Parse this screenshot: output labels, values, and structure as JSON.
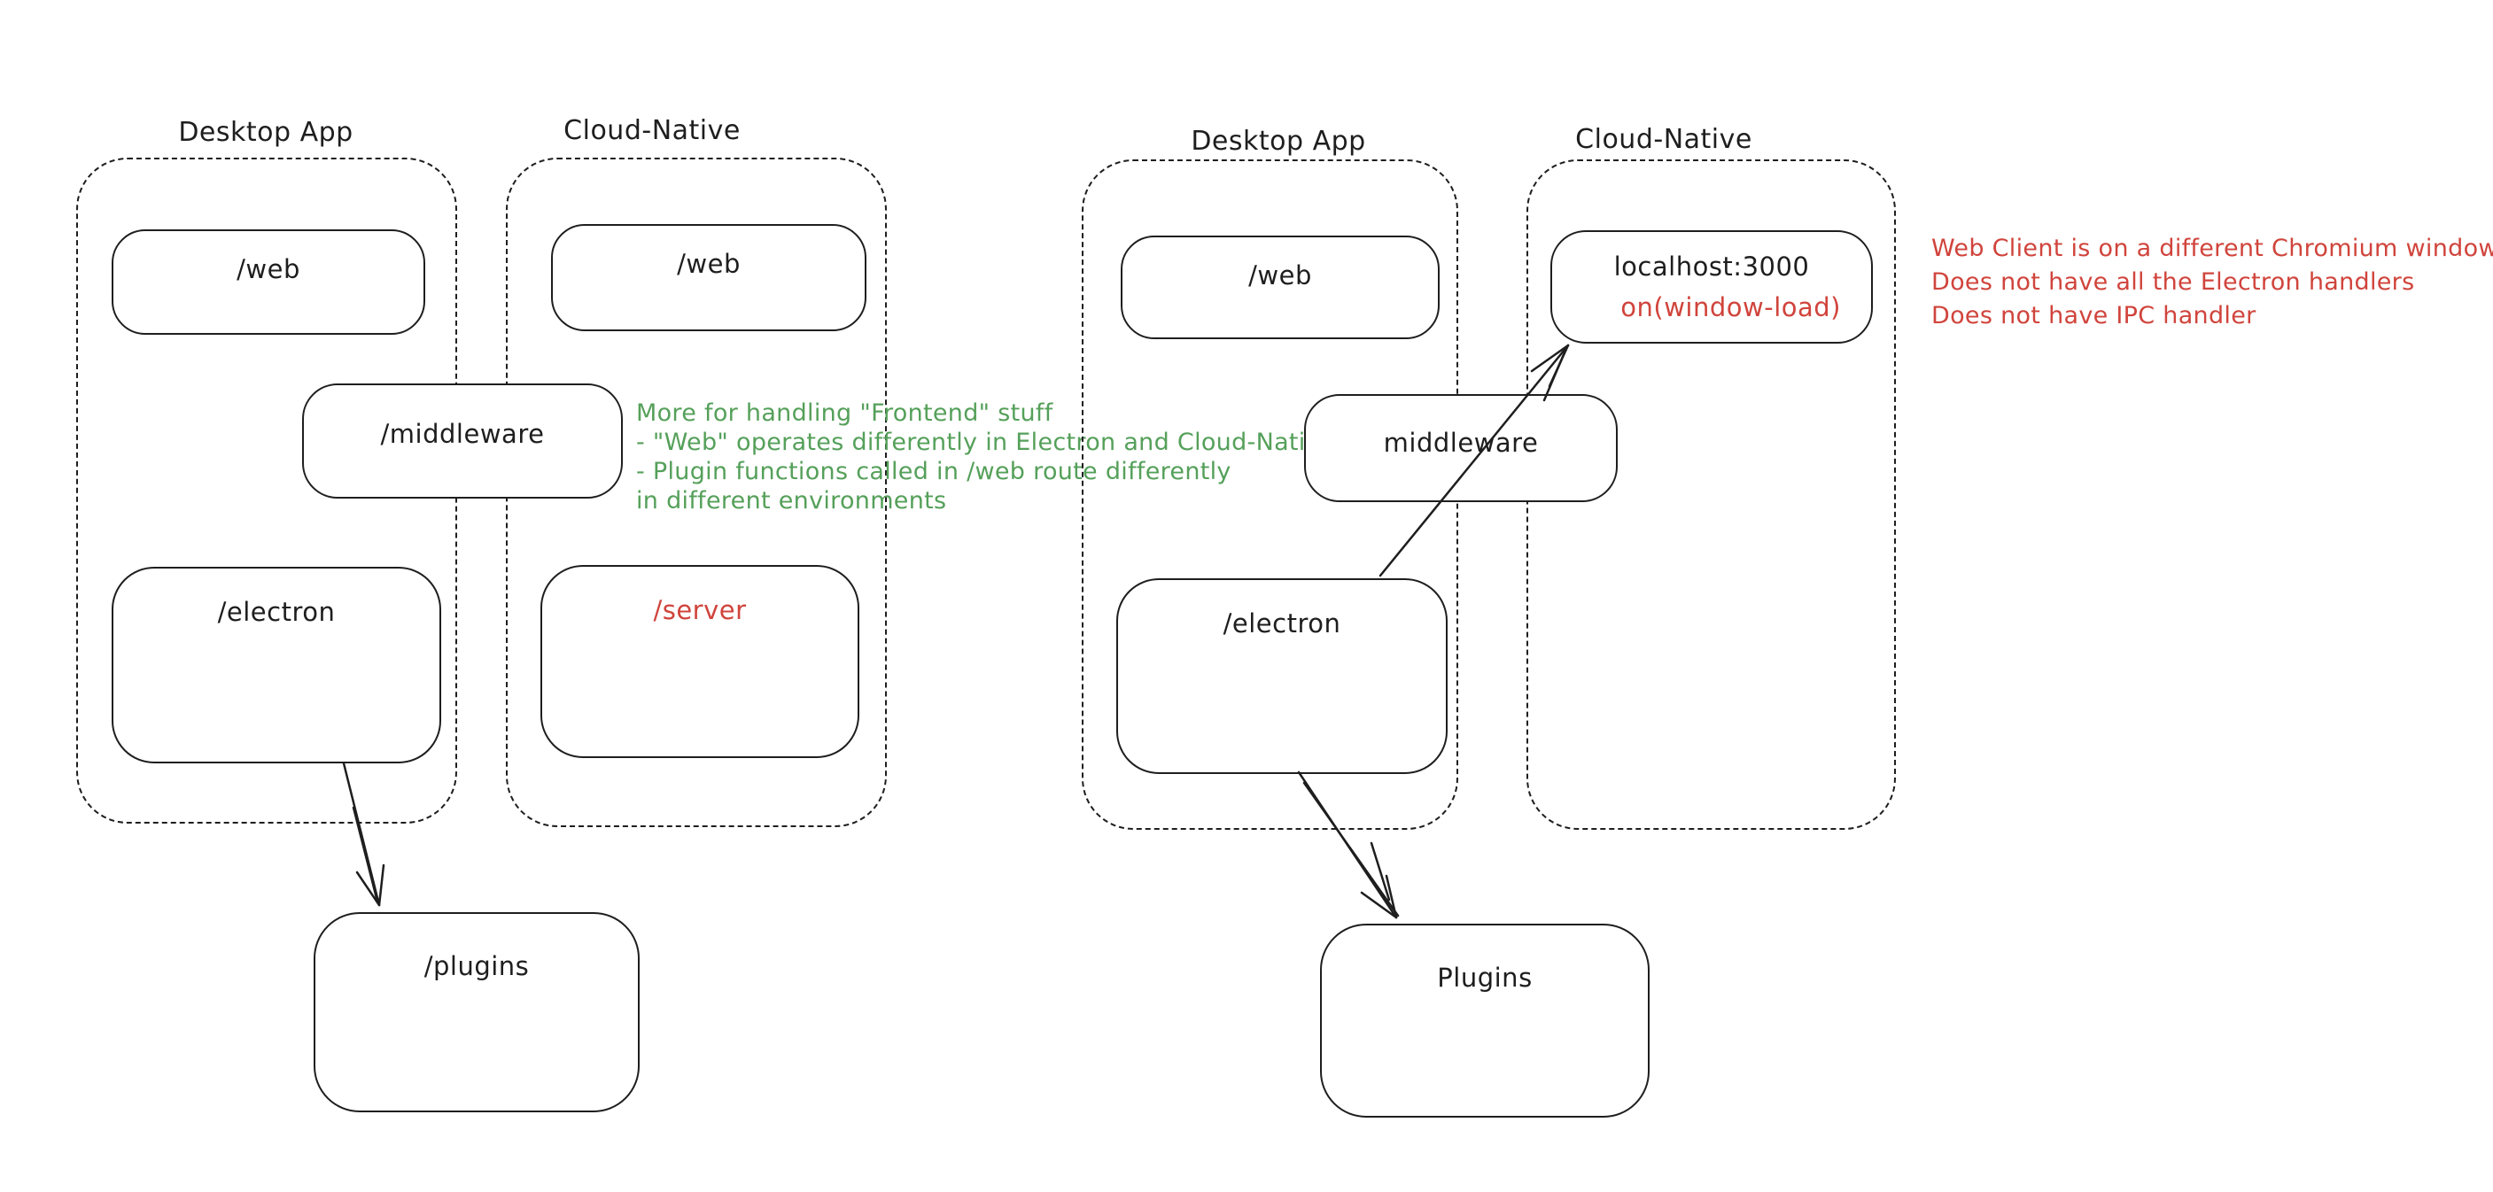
{
  "colors": {
    "stroke": "#1e1e1e",
    "green_note": "#55a05a",
    "red_note": "#d0443c",
    "background": "#ffffff"
  },
  "left_diagram": {
    "desktop_group_label": "Desktop App",
    "cloud_group_label": "Cloud-Native",
    "boxes": {
      "web_desktop": "/web",
      "web_cloud": "/web",
      "middleware": "/middleware",
      "electron": "/electron",
      "server": "/server",
      "plugins": "/plugins"
    }
  },
  "right_diagram": {
    "desktop_group_label": "Desktop App",
    "cloud_group_label": "Cloud-Native",
    "boxes": {
      "web_desktop": "/web",
      "localhost": "localhost:3000",
      "window_load": "on(window-load)",
      "middleware": "middleware",
      "electron": "/electron",
      "plugins": "Plugins"
    }
  },
  "notes": {
    "green": {
      "lines": [
        "More for handling \"Frontend\" stuff",
        "- \"Web\" operates differently in Electron and Cloud-Native",
        "- Plugin functions called in /web route differently",
        "in different environments"
      ]
    },
    "red": {
      "lines": [
        "Web Client is on a different Chromium window",
        "Does not have all the Electron handlers",
        "Does not have IPC handler"
      ]
    }
  }
}
